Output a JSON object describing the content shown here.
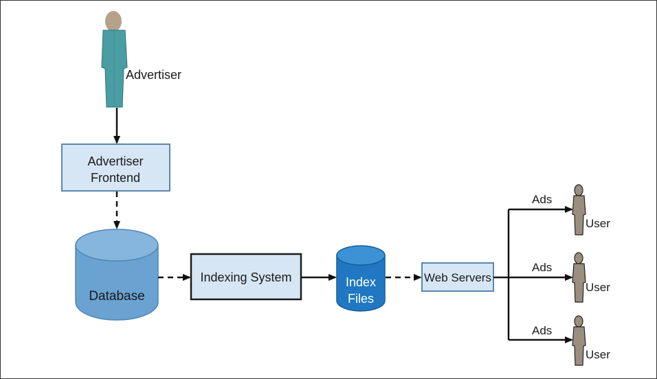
{
  "advertiser": {
    "label": "Advertiser"
  },
  "frontend": {
    "line1": "Advertiser",
    "line2": "Frontend"
  },
  "database": {
    "label": "Database"
  },
  "indexing": {
    "label": "Indexing System"
  },
  "index_files": {
    "line1": "Index",
    "line2": "Files"
  },
  "web_servers": {
    "label": "Web Servers"
  },
  "branches": [
    {
      "edge_label": "Ads",
      "user_label": "User"
    },
    {
      "edge_label": "Ads",
      "user_label": "User"
    },
    {
      "edge_label": "Ads",
      "user_label": "User"
    }
  ],
  "colors": {
    "box_fill": "#d6e6f4",
    "box_stroke": "#5b87ad",
    "db_fill": "#6aa2d1",
    "db_top": "#86b6dd",
    "index_fill": "#1f78c1",
    "index_top": "#3d92d6",
    "person_body": "#4a9ea3",
    "person_head": "#b6a28a",
    "user_body": "#9b8e7f"
  }
}
